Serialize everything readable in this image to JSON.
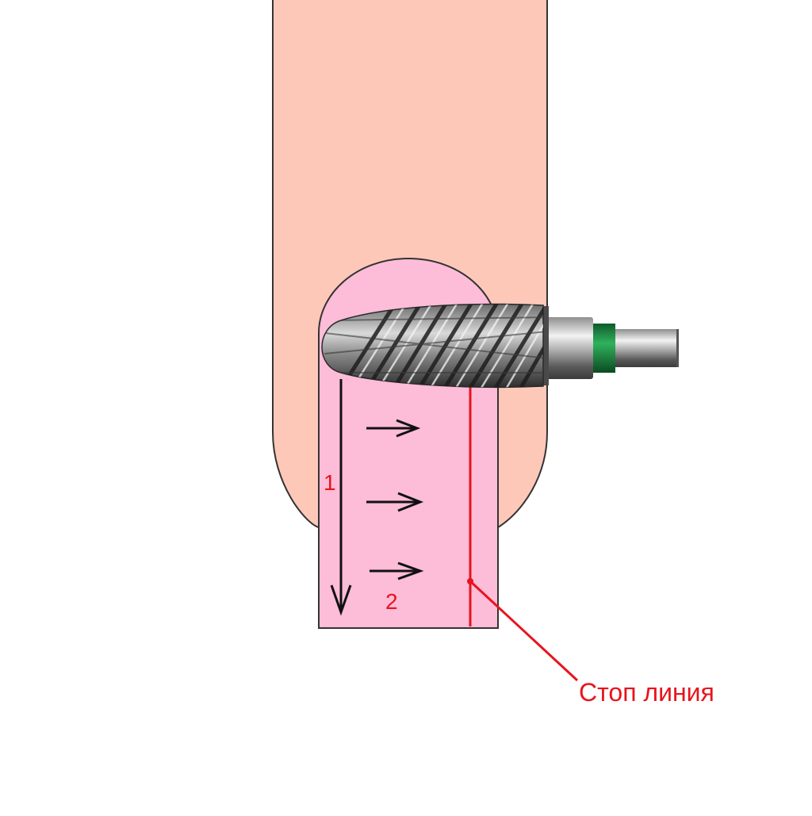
{
  "labels": {
    "step_1": "1",
    "step_2": "2",
    "stop_line": "Стоп линия"
  },
  "colors": {
    "finger": "#fec8b9",
    "nail": "#fdbcd8",
    "outline": "#333333",
    "annotation_red": "#e8141c",
    "arrow_black": "#111111",
    "bit_band": "#1d8a45"
  },
  "icons": {
    "tool": "carbide-cutter-bit"
  }
}
